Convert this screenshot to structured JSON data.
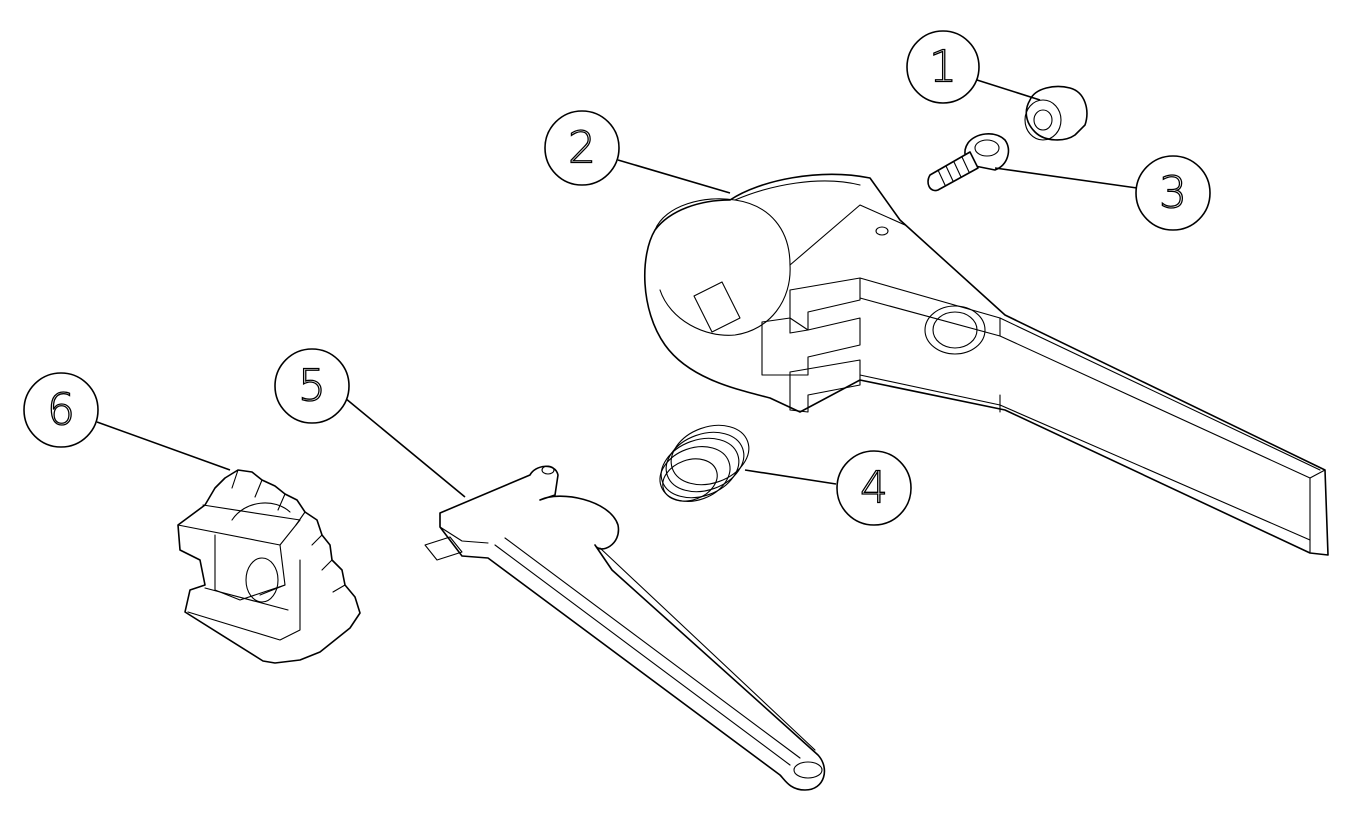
{
  "callouts": [
    {
      "id": "1",
      "label": "1"
    },
    {
      "id": "2",
      "label": "2"
    },
    {
      "id": "3",
      "label": "3"
    },
    {
      "id": "4",
      "label": "4"
    },
    {
      "id": "5",
      "label": "5"
    },
    {
      "id": "6",
      "label": "6"
    }
  ],
  "parts": {
    "p1": "bushing",
    "p2": "lever-housing",
    "p3": "socket-head-screw",
    "p4": "coil-spring",
    "p5": "release-lever",
    "p6": "gear-segment"
  }
}
